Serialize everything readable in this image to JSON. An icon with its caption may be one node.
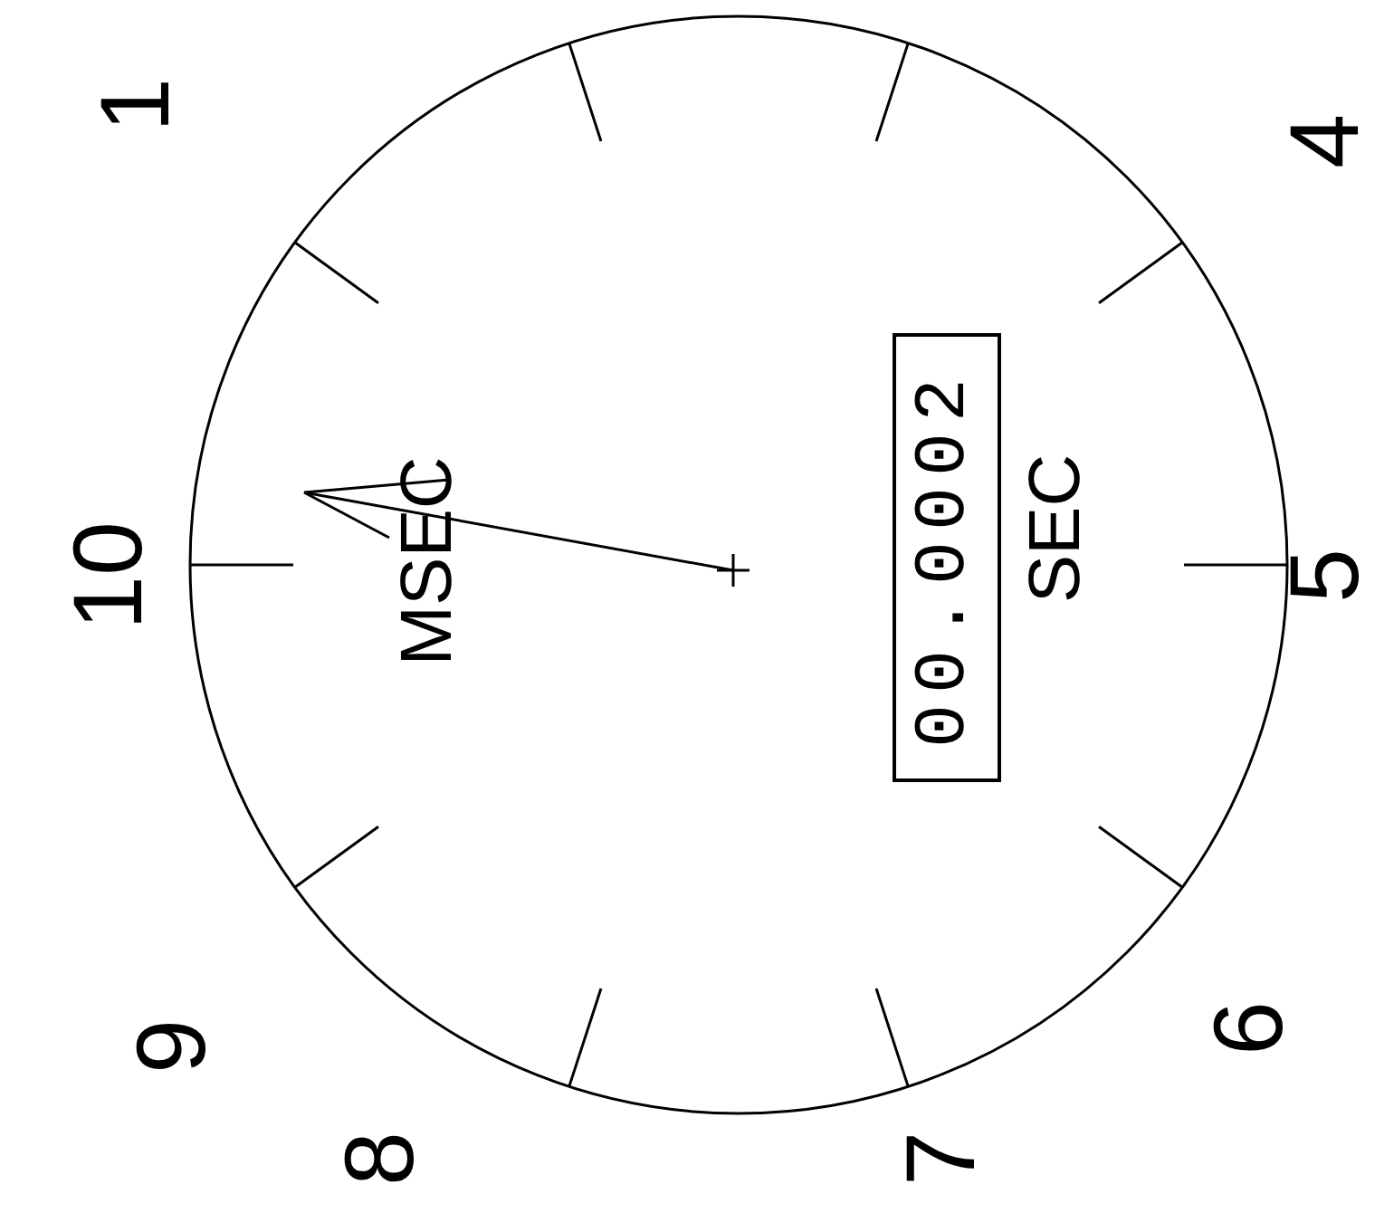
{
  "diagram": {
    "nodes": [
      {
        "text": [
          "00.0002"
        ]
      }
    ],
    "labels": [
      "10",
      "1",
      "4",
      "5",
      "6",
      "7",
      "8",
      "9",
      "MSEC",
      "SEC"
    ]
  }
}
